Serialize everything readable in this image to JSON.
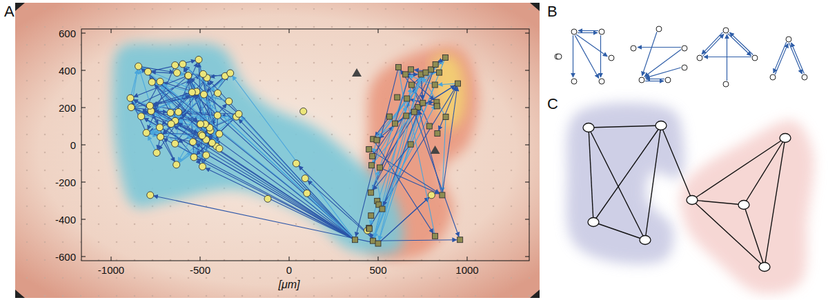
{
  "diagram": {
    "labels": [
      "A",
      "B",
      "C",
      "600",
      "400",
      "200",
      "0",
      "-200",
      "-400",
      "-600",
      "-1000",
      "-500",
      "0",
      "500",
      "1000",
      "[μm]"
    ]
  }
}
